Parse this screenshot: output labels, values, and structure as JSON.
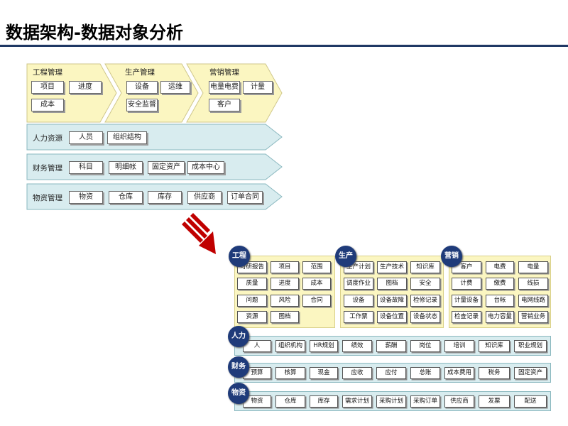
{
  "title": "数据架构-数据对象分析",
  "top": {
    "engineering": {
      "label": "工程管理",
      "items": [
        "项目",
        "进度",
        "成本"
      ]
    },
    "production": {
      "label": "生产管理",
      "items": [
        "设备",
        "运维",
        "安全监督"
      ]
    },
    "marketing": {
      "label": "营销管理",
      "items": [
        "电量电费",
        "计量",
        "客户"
      ]
    },
    "hr": {
      "label": "人力资源",
      "items": [
        "人员",
        "组织结构"
      ]
    },
    "finance": {
      "label": "财务管理",
      "items": [
        "科目",
        "明细帐",
        "固定资产",
        "成本中心"
      ]
    },
    "materials": {
      "label": "物资管理",
      "items": [
        "物资",
        "仓库",
        "库存",
        "供应商",
        "订单合同"
      ]
    }
  },
  "bottom": {
    "engineering": {
      "label": "工程",
      "items": [
        "可研报告",
        "项目",
        "范围",
        "质量",
        "进度",
        "成本",
        "问题",
        "风险",
        "合同",
        "资源",
        "图档"
      ]
    },
    "production": {
      "label": "生产",
      "items": [
        "生产计划",
        "生产技术",
        "知识库",
        "调度作业",
        "图档",
        "安全",
        "设备",
        "设备故障",
        "检修记录",
        "工作票",
        "设备位置",
        "设备状态"
      ]
    },
    "marketing": {
      "label": "营销",
      "items": [
        "客户",
        "电费",
        "电量",
        "计费",
        "缴费",
        "线损",
        "计量设备",
        "台帐",
        "电网线路",
        "检查记录",
        "电力容量",
        "营销业务"
      ]
    },
    "hr": {
      "label": "人力",
      "items": [
        "人",
        "组织机构",
        "HR规划",
        "绩效",
        "薪酬",
        "岗位",
        "培训",
        "知识库",
        "职业规划"
      ]
    },
    "finance": {
      "label": "财务",
      "items": [
        "预算",
        "核算",
        "现金",
        "应收",
        "应付",
        "总账",
        "成本费用",
        "税务",
        "固定资产"
      ]
    },
    "materials": {
      "label": "物资",
      "items": [
        "物资",
        "仓库",
        "库存",
        "需求计划",
        "采购计划",
        "采购订单",
        "供应商",
        "发票",
        "配送"
      ]
    }
  },
  "colors": {
    "yellow": "#fbf6c1",
    "blue": "#d8ecef",
    "navy": "#1f3b7a",
    "arrow": "#c00000"
  }
}
